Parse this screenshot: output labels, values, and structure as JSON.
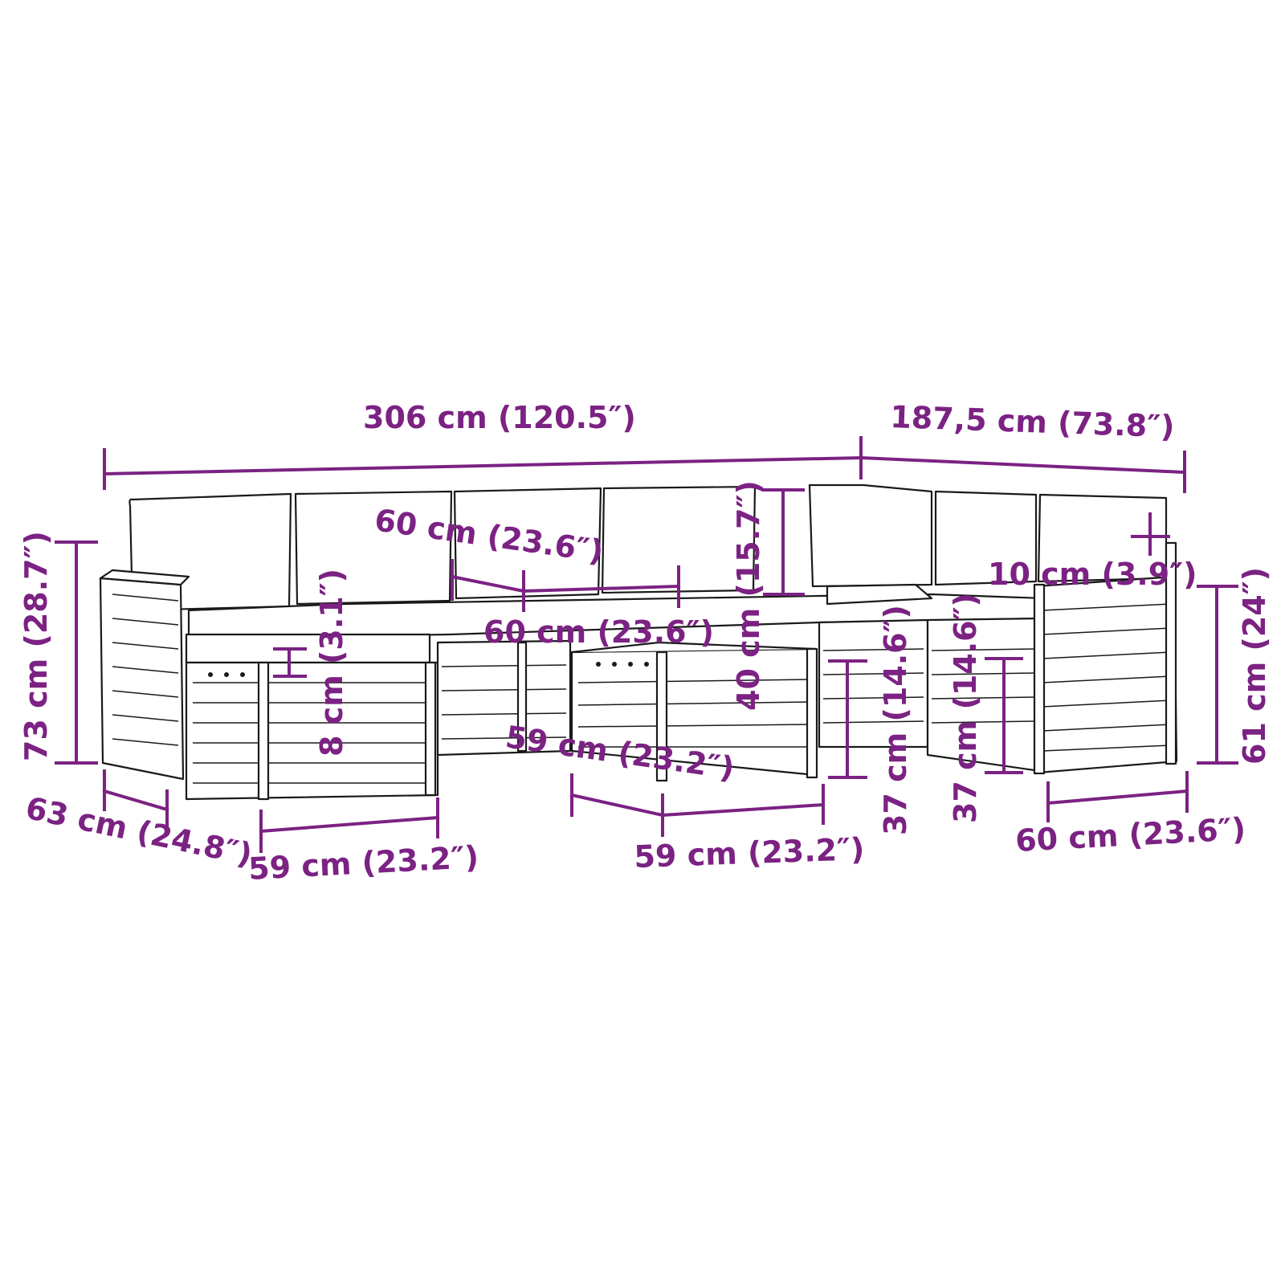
{
  "colors": {
    "dimension": "#7b2283",
    "outline": "#1a1a1a",
    "background": "#ffffff"
  },
  "dimensions": {
    "total_width": "306 cm (120.5″)",
    "side_width": "187,5 cm (73.8″)",
    "back_cushion_width": "60 cm (23.6″)",
    "back_cushion_height": "40 cm (15.7″)",
    "seat_width": "60 cm (23.6″)",
    "armrest_width": "10 cm (3.9″)",
    "total_height": "73 cm (28.7″)",
    "arm_height": "61 cm (24″)",
    "cushion_thickness": "8 cm (3.1″)",
    "table_width": "59 cm (23.2″)",
    "seat_height_1": "37 cm (14.6″)",
    "seat_height_2": "37 cm (14.6″)",
    "depth": "63 cm (24.8″)",
    "footstool_width": "59 cm (23.2″)",
    "table_depth": "59 cm (23.2″)",
    "right_width": "60 cm (23.6″)"
  }
}
